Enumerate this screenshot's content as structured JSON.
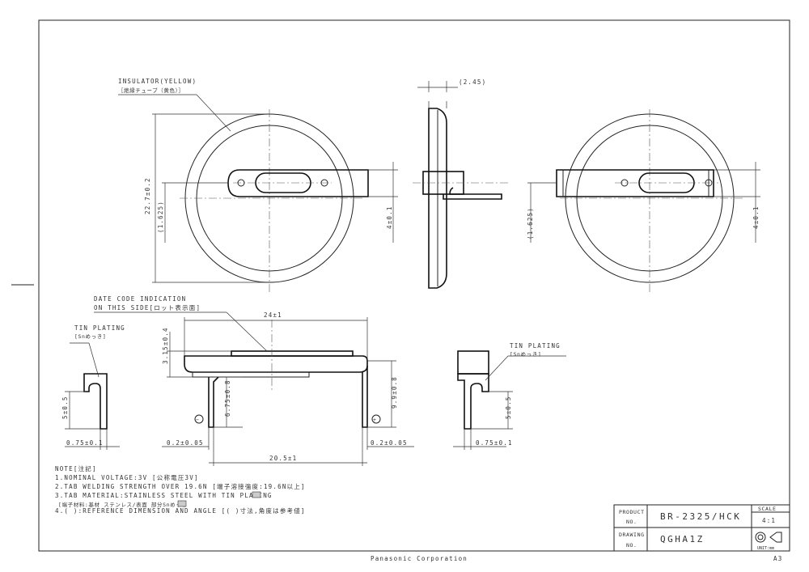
{
  "labels": {
    "insulator": "INSULATOR(YELLOW)",
    "insulator_jp": "［絶縁チューブ（黄色）］",
    "date_code_1": "DATE CODE INDICATION",
    "date_code_2": "ON THIS SIDE[ロット表示面]",
    "tin_plating": "TIN PLATING",
    "tin_plating_jp": "[Snめっき]",
    "minus": "−",
    "plus": "+"
  },
  "dimensions": {
    "d_2_45": "(2.45)",
    "d_22_7": "22.7±0.2",
    "d_1_625_left": "(1.625)",
    "d_4_left": "4±0.1",
    "d_1_625_right": "(1.625)",
    "d_4_right": "4±0.1",
    "d_24": "24±1",
    "d_3_15": "3.15±0.4",
    "d_6_75": "6.75±0.8",
    "d_9_9": "9.9±0.8",
    "d_0_2_left": "0.2±0.05",
    "d_0_2_right": "0.2±0.05",
    "d_20_5": "20.5±1",
    "d_5_left": "5±0.5",
    "d_0_75_left": "0.75±0.1",
    "d_5_right": "5±0.5",
    "d_0_75_right": "0.75±0.1"
  },
  "notes": {
    "title": "NOTE[注記]",
    "n1": "1.NOMINAL VOLTAGE:3V [公称電圧3V]",
    "n2": "2.TAB WELDING STRENGTH OVER 19.6N [端子溶接強度:19.6N以上]",
    "n3": "3.TAB MATERIAL:STAINLESS STEEL WITH TIN PLATING",
    "n3_jp": "[端子材料:基材 ステンレス/表面 部分Snめっき",
    "n4": "4.( ):REFERENCE DIMENSION AND ANGLE [( )寸法,角度は参考値]"
  },
  "title_block": {
    "product_label_1": "PRODUCT",
    "product_label_2": "NO.",
    "product_no": "BR-2325/HCK",
    "drawing_label_1": "DRAWING",
    "drawing_label_2": "NO.",
    "drawing_no": "QGHA1Z",
    "scale_label": "SCALE",
    "scale_value": "4:1",
    "unit": "UNIT:mm"
  },
  "footer": {
    "company": "Panasonic Corporation",
    "sheet_size": "A3"
  }
}
